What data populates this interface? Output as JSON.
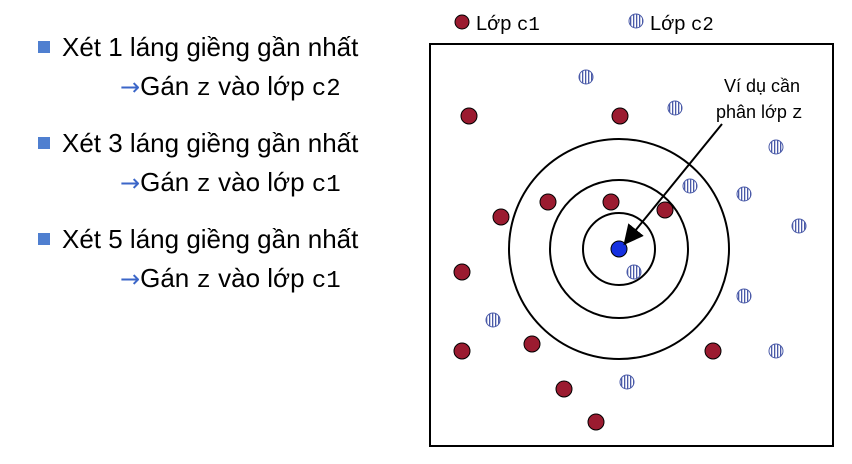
{
  "bullets": [
    {
      "title": "Xét 1 láng giềng gần nhất",
      "assign": "Gán",
      "var": "z",
      "mid": "vào lớp",
      "cls": "c2"
    },
    {
      "title": "Xét 3 láng giềng gần nhất",
      "assign": "Gán",
      "var": "z",
      "mid": "vào lớp",
      "cls": "c1"
    },
    {
      "title": "Xét 5 láng giềng gần nhất",
      "assign": "Gán",
      "var": "z",
      "mid": "vào lớp",
      "cls": "c1"
    }
  ],
  "arrow_glyph": "→",
  "legend": {
    "c1_label": "Lớp",
    "c1_code": "c1",
    "c2_label": "Lớp",
    "c2_code": "c2"
  },
  "annotation": {
    "line1": "Ví dụ cần",
    "line2": "phân lớp",
    "var": "z"
  },
  "colors": {
    "c1": "#9b1b30",
    "c2_fill": "#ffffff",
    "c2_stroke": "#4a5aa8",
    "query": "#1530e0",
    "bullet": "#4f7fd0"
  }
}
